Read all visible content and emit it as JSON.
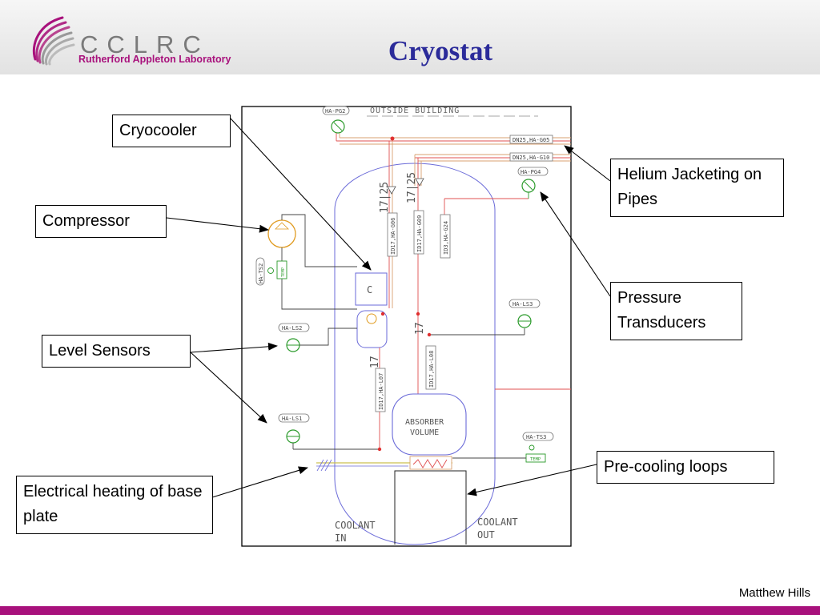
{
  "header": {
    "logo_main": "CCLRC",
    "logo_sub": "Rutherford Appleton Laboratory",
    "title": "Cryostat"
  },
  "callouts": {
    "cryocooler": "Cryocooler",
    "compressor": "Compressor",
    "level_sensors": "Level Sensors",
    "electrical_heating": "Electrical heating of base plate",
    "helium_jacketing": "Helium Jacketing on Pipes",
    "pressure_transducers": "Pressure Transducers",
    "precooling_loops": "Pre-cooling loops"
  },
  "diagram": {
    "outside_building": "OUTSIDE BUILDING",
    "pg2": "HA-PG2",
    "pg4": "HA-PG4",
    "pipe_g05": "DN25,HA-G05",
    "pipe_g10": "DN25,HA-G10",
    "dim_1725_a": "17|25",
    "dim_1725_b": "17|25",
    "pipe_g06": "ID17,HA-G06",
    "pipe_g09": "ID17,HA-G09",
    "pipe_g24": "ID3,HA-G24",
    "ts2": "HA-TS2",
    "ts3": "HA-TS3",
    "temp_a": "TEMP",
    "temp_b": "TEMP",
    "cooler_c": "C",
    "ls1": "HA-LS1",
    "ls2": "HA-LS2",
    "ls3": "HA-LS3",
    "dim_17_a": "17",
    "dim_17_b": "17",
    "pipe_l07": "ID17,HA-L07",
    "pipe_l08": "ID17,HA-L08",
    "absorber_line1": "ABSORBER",
    "absorber_line2": "VOLUME",
    "coolant_in_1": "COOLANT",
    "coolant_in_2": "IN",
    "coolant_out_1": "COOLANT",
    "coolant_out_2": "OUT"
  },
  "footer": {
    "author": "Matthew Hills"
  },
  "colors": {
    "title_blue": "#2b2b9a",
    "brand_magenta": "#a8117c",
    "pipe_red": "#e05050",
    "pipe_orange": "#d8a070",
    "vessel_blue": "#6a6ad8",
    "sensor_green": "#2a9a2a"
  }
}
